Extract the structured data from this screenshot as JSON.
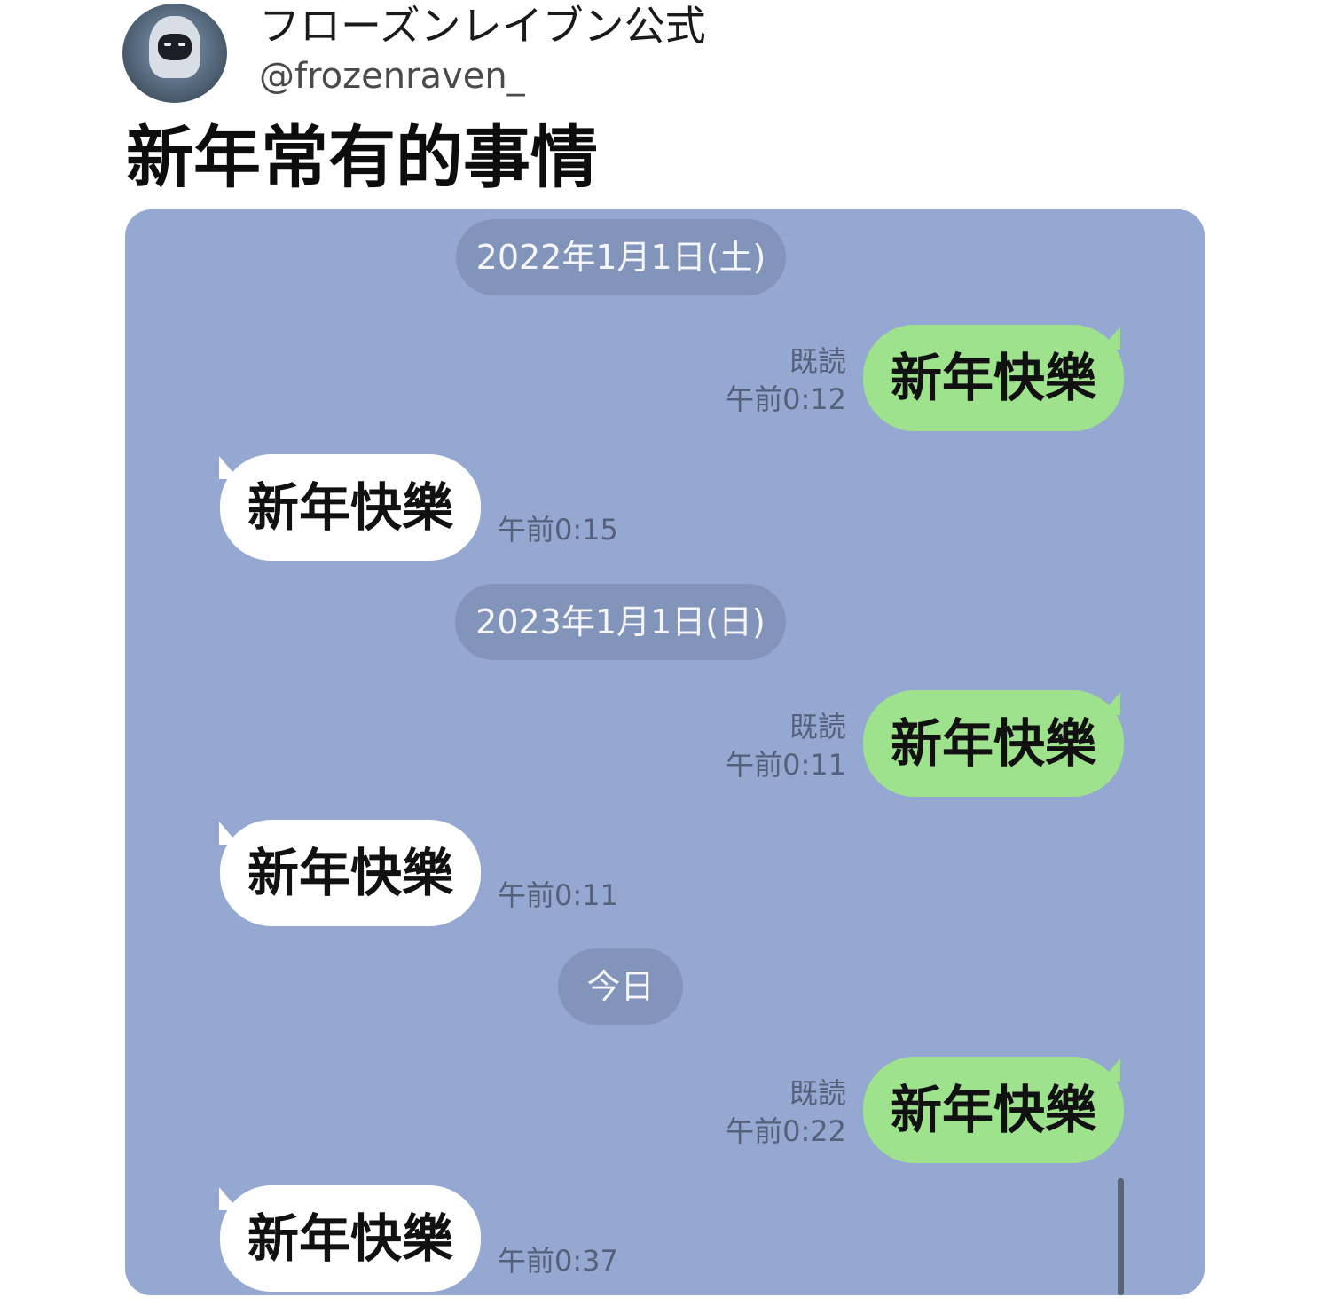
{
  "tweet": {
    "display_name": "フローズンレイブン公式",
    "handle": "@frozenraven_",
    "text": "新年常有的事情"
  },
  "chat": {
    "background_color": "#94a8d2",
    "sent_color": "#9ee28d",
    "recv_color": "#ffffff",
    "date_2022": "2022年1月1日(土)",
    "date_2023": "2023年1月1日(日)",
    "date_today": "今日",
    "msg1": {
      "text": "新年快樂",
      "read": "既読",
      "time": "午前0:12"
    },
    "msg2": {
      "text": "新年快樂",
      "time": "午前0:15"
    },
    "msg3": {
      "text": "新年快樂",
      "read": "既読",
      "time": "午前0:11"
    },
    "msg4": {
      "text": "新年快樂",
      "time": "午前0:11"
    },
    "msg5": {
      "text": "新年快樂",
      "read": "既読",
      "time": "午前0:22"
    },
    "msg6": {
      "text": "新年快樂",
      "time": "午前0:37"
    }
  }
}
